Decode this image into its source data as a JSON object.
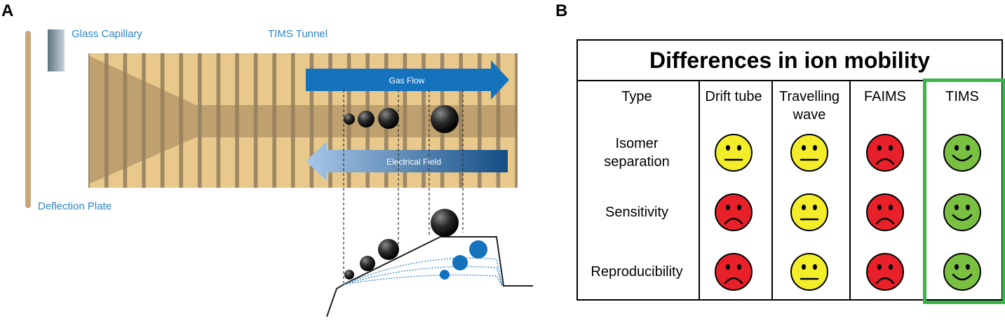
{
  "panels": {
    "a": "A",
    "b": "B"
  },
  "diagram": {
    "glass_capillary": "Glass Capillary",
    "tims_tunnel": "TIMS Tunnel",
    "gas_flow": "Gas Flow",
    "electrical_field": "Electrical Field",
    "deflection_plate": "Deflection Plate"
  },
  "table": {
    "title": "Differences in ion mobility",
    "columns": [
      {
        "lines": [
          "Type"
        ]
      },
      {
        "lines": [
          "Drift tube"
        ]
      },
      {
        "lines": [
          "Travelling",
          "wave"
        ]
      },
      {
        "lines": [
          "FAIMS"
        ]
      },
      {
        "lines": [
          "TIMS"
        ]
      }
    ],
    "rows": [
      {
        "lines": [
          "Isomer",
          "separation"
        ],
        "ratings": [
          "neutral",
          "neutral",
          "sad",
          "happy"
        ]
      },
      {
        "lines": [
          "Sensitivity"
        ],
        "ratings": [
          "sad",
          "neutral",
          "sad",
          "happy"
        ]
      },
      {
        "lines": [
          "Reproducibility"
        ],
        "ratings": [
          "sad",
          "neutral",
          "sad",
          "happy"
        ]
      }
    ],
    "highlight_column": "TIMS",
    "colors": {
      "happy": "#7ac142",
      "neutral": "#f4ee2a",
      "sad": "#e8202a",
      "highlight": "#3cb44b"
    }
  }
}
